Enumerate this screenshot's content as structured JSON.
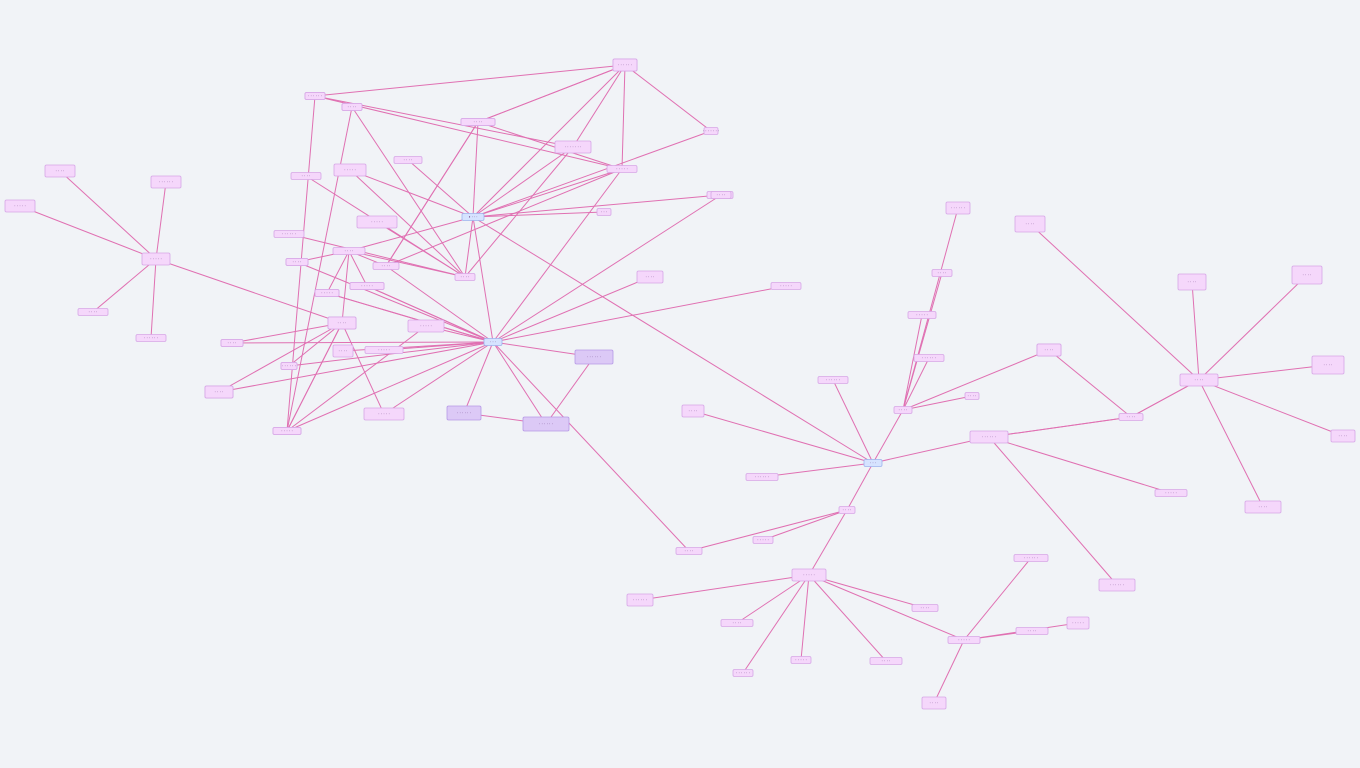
{
  "colors": {
    "background": "#f1f3f7",
    "edge": "#e070b2",
    "node": "#f5d7fb",
    "hub": "#d6e3ff",
    "violet": "#dcc9f6",
    "text": "#6a3e80"
  },
  "nodes": [
    {
      "id": "n1",
      "label": "• · · ·",
      "kind": "hub"
    },
    {
      "id": "n2",
      "label": "· · ·",
      "kind": "hub"
    },
    {
      "id": "n3",
      "label": "· · ·",
      "kind": "hub"
    },
    {
      "id": "n4",
      "label": "· · · ·",
      "kind": "node"
    },
    {
      "id": "n5",
      "label": "· · · · · · ·",
      "kind": "node"
    },
    {
      "id": "n6",
      "label": "· · · · ·",
      "kind": "node"
    },
    {
      "id": "n7",
      "label": "· · · · · · ·",
      "kind": "node"
    },
    {
      "id": "n8",
      "label": "· · · ·",
      "kind": "node"
    },
    {
      "id": "n9",
      "label": "· · ·",
      "kind": "node"
    },
    {
      "id": "n10",
      "label": "· · · · ·",
      "kind": "node"
    },
    {
      "id": "n11",
      "label": "· · · · ·",
      "kind": "node"
    },
    {
      "id": "n12",
      "label": "· · · · ·",
      "kind": "node"
    },
    {
      "id": "n13",
      "label": "· · · ·",
      "kind": "node"
    },
    {
      "id": "n14",
      "label": "· · · ·",
      "kind": "node"
    },
    {
      "id": "n15",
      "label": "· · · · · ·",
      "kind": "node"
    },
    {
      "id": "n16",
      "label": "· · · · · ·",
      "kind": "node"
    },
    {
      "id": "n17",
      "label": "· · · ·",
      "kind": "node"
    },
    {
      "id": "n18",
      "label": "· · · · ·",
      "kind": "node"
    },
    {
      "id": "n19",
      "label": "· · · · · ·",
      "kind": "node"
    },
    {
      "id": "n20",
      "label": "· · · · ·",
      "kind": "node"
    },
    {
      "id": "n21",
      "label": "· · · ·",
      "kind": "node"
    },
    {
      "id": "n22",
      "label": "· · · ·",
      "kind": "node"
    },
    {
      "id": "n23",
      "label": "· · · · ·",
      "kind": "node"
    },
    {
      "id": "n24",
      "label": "· · · ·",
      "kind": "node"
    },
    {
      "id": "n25",
      "label": "· · · · · ·",
      "kind": "node"
    },
    {
      "id": "n26",
      "label": "· · · · ·",
      "kind": "node"
    },
    {
      "id": "n27",
      "label": "· · · · · ·",
      "kind": "node"
    },
    {
      "id": "n28",
      "label": "· · · ·",
      "kind": "node"
    },
    {
      "id": "n29",
      "label": "· · · · ·",
      "kind": "node"
    },
    {
      "id": "n30",
      "label": "· · · · · ·",
      "kind": "node"
    },
    {
      "id": "n31",
      "label": "· · ·",
      "kind": "node"
    },
    {
      "id": "n32",
      "label": "· · · ·",
      "kind": "node"
    },
    {
      "id": "n33",
      "label": "· · · · ·",
      "kind": "node"
    },
    {
      "id": "n34",
      "label": "· · · · ·",
      "kind": "node"
    },
    {
      "id": "n35",
      "label": "· · · · · ·",
      "kind": "node"
    },
    {
      "id": "n36",
      "label": "· · · ·",
      "kind": "node"
    },
    {
      "id": "n37",
      "label": "· · · · · ·",
      "kind": "node"
    },
    {
      "id": "n38",
      "label": "· · · ·",
      "kind": "node"
    },
    {
      "id": "n39",
      "label": "· · · ·",
      "kind": "node"
    },
    {
      "id": "n40",
      "label": "· · · · ·",
      "kind": "node"
    },
    {
      "id": "n41",
      "label": "· · · · ·",
      "kind": "node"
    },
    {
      "id": "n42",
      "label": "· · · · · ·",
      "kind": "node"
    },
    {
      "id": "n43",
      "label": "· · · · · ·",
      "kind": "violet"
    },
    {
      "id": "n44",
      "label": "· · · · · ·",
      "kind": "violet"
    },
    {
      "id": "n45",
      "label": "· · · · · ·",
      "kind": "violet"
    },
    {
      "id": "n46",
      "label": "· · · · ·",
      "kind": "node"
    },
    {
      "id": "n47",
      "label": "· · · ·",
      "kind": "node"
    },
    {
      "id": "n48",
      "label": "· · · · ·",
      "kind": "node"
    },
    {
      "id": "n49",
      "label": "· · · ·",
      "kind": "node"
    },
    {
      "id": "n50",
      "label": "· · · · · ·",
      "kind": "node"
    },
    {
      "id": "n51",
      "label": "· · · · · ·",
      "kind": "node"
    },
    {
      "id": "n52",
      "label": "· · · ·",
      "kind": "node"
    },
    {
      "id": "n53",
      "label": "· · · ·",
      "kind": "node"
    },
    {
      "id": "n54",
      "label": "· · · ·",
      "kind": "node"
    },
    {
      "id": "n55",
      "label": "· · · · · ·",
      "kind": "node"
    },
    {
      "id": "n56",
      "label": "· · · · ·",
      "kind": "node"
    },
    {
      "id": "n57",
      "label": "· · · ·",
      "kind": "node"
    },
    {
      "id": "n58",
      "label": "· · · · · ·",
      "kind": "node"
    },
    {
      "id": "n59",
      "label": "· · · · · ·",
      "kind": "node"
    },
    {
      "id": "n60",
      "label": "· · · ·",
      "kind": "node"
    },
    {
      "id": "n61",
      "label": "· · · ·",
      "kind": "node"
    },
    {
      "id": "n62",
      "label": "· · · · · ·",
      "kind": "node"
    },
    {
      "id": "n63",
      "label": "· · · · · ·",
      "kind": "node"
    },
    {
      "id": "n64",
      "label": "· · · ·",
      "kind": "node"
    },
    {
      "id": "n65",
      "label": "· · · · ·",
      "kind": "node"
    },
    {
      "id": "n66",
      "label": "· · · · · ·",
      "kind": "node"
    },
    {
      "id": "n67",
      "label": "· · · ·",
      "kind": "node"
    },
    {
      "id": "n68",
      "label": "· · · · ·",
      "kind": "node"
    },
    {
      "id": "n69",
      "label": "· · · · ·",
      "kind": "node"
    },
    {
      "id": "n70",
      "label": "· · · ·",
      "kind": "node"
    },
    {
      "id": "n71",
      "label": "· · · · ·",
      "kind": "node"
    },
    {
      "id": "n72",
      "label": "· · · · · ·",
      "kind": "node"
    },
    {
      "id": "n73",
      "label": "· · · ·",
      "kind": "node"
    },
    {
      "id": "n74",
      "label": "· · · · · ·",
      "kind": "node"
    },
    {
      "id": "n75",
      "label": "· · · · ·",
      "kind": "node"
    },
    {
      "id": "n76",
      "label": "· · · ·",
      "kind": "node"
    },
    {
      "id": "n77",
      "label": "· · · ·",
      "kind": "node"
    },
    {
      "id": "n78",
      "label": "· · · · ·",
      "kind": "node"
    },
    {
      "id": "n79",
      "label": "· · · ·",
      "kind": "node"
    },
    {
      "id": "n80",
      "label": "· · · · · ·",
      "kind": "node"
    },
    {
      "id": "n81",
      "label": "· · · ·",
      "kind": "node"
    },
    {
      "id": "n82",
      "label": "· · · · ·",
      "kind": "node"
    },
    {
      "id": "n83",
      "label": "· · · · · ·",
      "kind": "node"
    },
    {
      "id": "n84",
      "label": "· · · ·",
      "kind": "node"
    },
    {
      "id": "n85",
      "label": "· · · · ·",
      "kind": "node"
    }
  ],
  "edges": [
    [
      "n1",
      "n4"
    ],
    [
      "n1",
      "n5"
    ],
    [
      "n1",
      "n6"
    ],
    [
      "n1",
      "n7"
    ],
    [
      "n1",
      "n8"
    ],
    [
      "n1",
      "n9"
    ],
    [
      "n1",
      "n10"
    ],
    [
      "n1",
      "n2"
    ],
    [
      "n1",
      "n11"
    ],
    [
      "n1",
      "n12"
    ],
    [
      "n1",
      "n13"
    ],
    [
      "n1",
      "n14"
    ],
    [
      "n1",
      "n3"
    ],
    [
      "n4",
      "n5"
    ],
    [
      "n4",
      "n15"
    ],
    [
      "n5",
      "n15"
    ],
    [
      "n16",
      "n13"
    ],
    [
      "n17",
      "n13"
    ],
    [
      "n12",
      "n13"
    ],
    [
      "n18",
      "n13"
    ],
    [
      "n19",
      "n13"
    ],
    [
      "n5",
      "n13"
    ],
    [
      "n2",
      "n20"
    ],
    [
      "n2",
      "n21"
    ],
    [
      "n2",
      "n22"
    ],
    [
      "n2",
      "n11"
    ],
    [
      "n2",
      "n23"
    ],
    [
      "n2",
      "n24"
    ],
    [
      "n2",
      "n25"
    ],
    [
      "n2",
      "n26"
    ],
    [
      "n2",
      "n27"
    ],
    [
      "n2",
      "n28"
    ],
    [
      "n2",
      "n29"
    ],
    [
      "n2",
      "n30"
    ],
    [
      "n2",
      "n31"
    ],
    [
      "n2",
      "n32"
    ],
    [
      "n2",
      "n33"
    ],
    [
      "n2",
      "n34"
    ],
    [
      "n11",
      "n35"
    ],
    [
      "n11",
      "n24"
    ],
    [
      "n11",
      "n36"
    ],
    [
      "n11",
      "n37"
    ],
    [
      "n6",
      "n35"
    ],
    [
      "n6",
      "n24"
    ],
    [
      "n6",
      "n36"
    ],
    [
      "n36",
      "n24"
    ],
    [
      "n36",
      "n35"
    ],
    [
      "n7",
      "n35"
    ],
    [
      "n37",
      "n34"
    ],
    [
      "n38",
      "n34"
    ],
    [
      "n23",
      "n34"
    ],
    [
      "n14",
      "n24"
    ],
    [
      "n14",
      "n39"
    ],
    [
      "n14",
      "n40"
    ],
    [
      "n14",
      "n41"
    ],
    [
      "n14",
      "n42"
    ],
    [
      "n13",
      "n14"
    ],
    [
      "n40",
      "n2"
    ],
    [
      "n41",
      "n2"
    ],
    [
      "n42",
      "n33"
    ],
    [
      "n42",
      "n34"
    ],
    [
      "n43",
      "n2"
    ],
    [
      "n44",
      "n2"
    ],
    [
      "n45",
      "n2"
    ],
    [
      "n45",
      "n44"
    ],
    [
      "n43",
      "n44"
    ],
    [
      "n46",
      "n47"
    ],
    [
      "n46",
      "n48"
    ],
    [
      "n46",
      "n49"
    ],
    [
      "n46",
      "n50"
    ],
    [
      "n46",
      "n51"
    ],
    [
      "n52",
      "n53"
    ],
    [
      "n52",
      "n54"
    ],
    [
      "n52",
      "n46"
    ],
    [
      "n52",
      "n55"
    ],
    [
      "n52",
      "n56"
    ],
    [
      "n3",
      "n57"
    ],
    [
      "n3",
      "n58"
    ],
    [
      "n3",
      "n59"
    ],
    [
      "n3",
      "n60"
    ],
    [
      "n3",
      "n61"
    ],
    [
      "n3",
      "n62"
    ],
    [
      "n60",
      "n63"
    ],
    [
      "n60",
      "n64"
    ],
    [
      "n60",
      "n65"
    ],
    [
      "n60",
      "n66"
    ],
    [
      "n60",
      "n67"
    ],
    [
      "n60",
      "n68"
    ],
    [
      "n61",
      "n69"
    ],
    [
      "n61",
      "n70"
    ],
    [
      "n61",
      "n71"
    ],
    [
      "n71",
      "n72"
    ],
    [
      "n71",
      "n73"
    ],
    [
      "n71",
      "n74"
    ],
    [
      "n71",
      "n75"
    ],
    [
      "n71",
      "n76"
    ],
    [
      "n71",
      "n77"
    ],
    [
      "n71",
      "n78"
    ],
    [
      "n78",
      "n79"
    ],
    [
      "n78",
      "n80"
    ],
    [
      "n78",
      "n81"
    ],
    [
      "n78",
      "n82"
    ],
    [
      "n62",
      "n83"
    ],
    [
      "n62",
      "n84"
    ],
    [
      "n62",
      "n85"
    ],
    [
      "n70",
      "n2"
    ]
  ]
}
